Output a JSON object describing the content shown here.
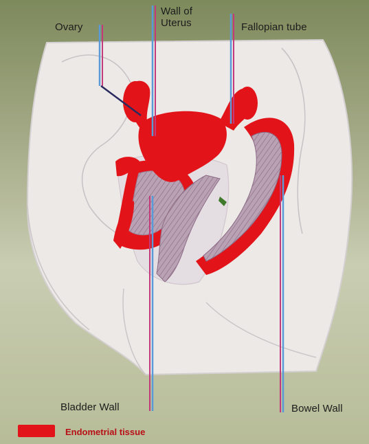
{
  "labels": {
    "ovary": "Ovary",
    "wall_of_uterus": "Wall of\nUterus",
    "fallopian_tube": "Fallopian tube",
    "bladder_wall": "Bladder Wall",
    "bowel_wall": "Bowel Wall"
  },
  "legend": {
    "text": "Endometrial tissue",
    "swatch_color": "#e2141a"
  },
  "colors": {
    "endometrial_red": "#e2141a",
    "pointer_blue": "#5a9ad8",
    "pointer_magenta": "#c23a7a",
    "background": "#8a9470"
  }
}
